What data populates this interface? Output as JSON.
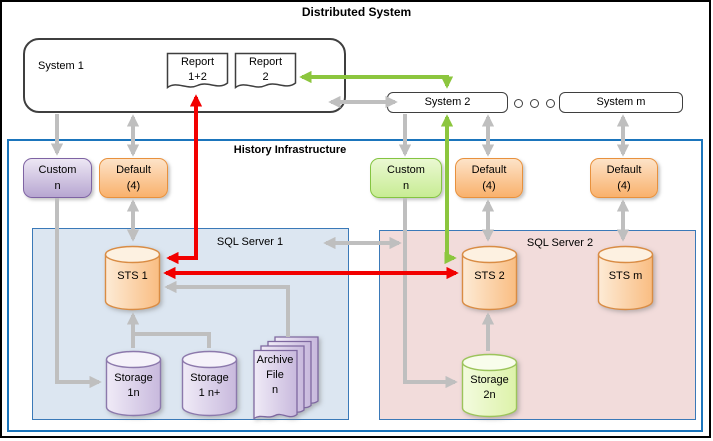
{
  "title": "Distributed System",
  "history_label": "History Infrastructure",
  "distributed_system": {
    "system1": {
      "label": "System 1",
      "reports": [
        {
          "line1": "Report",
          "line2": "1+2"
        },
        {
          "line1": "Report",
          "line2": "2"
        }
      ]
    },
    "system2": {
      "label": "System 2"
    },
    "system_m": {
      "label": "System m"
    },
    "ellipsis_circle_count": 3
  },
  "adapters": [
    {
      "line1": "Custom",
      "line2": "n",
      "style": "purple"
    },
    {
      "line1": "Default",
      "line2": "(4)",
      "style": "orange"
    },
    {
      "line1": "Custom",
      "line2": "n",
      "style": "green"
    },
    {
      "line1": "Default",
      "line2": "(4)",
      "style": "orange"
    },
    {
      "line1": "Default",
      "line2": "(4)",
      "style": "orange"
    }
  ],
  "sql_server_1": {
    "label": "SQL Server 1",
    "sts": {
      "label": "STS 1"
    },
    "storages": [
      {
        "line1": "Storage",
        "line2": "1n"
      },
      {
        "line1": "Storage",
        "line2": "1 n+"
      }
    ],
    "archive": {
      "line1": "Archive",
      "line2": "File",
      "line3": "n"
    }
  },
  "sql_server_2": {
    "label": "SQL Server 2",
    "sts": {
      "label": "STS 2"
    },
    "sts_m": {
      "label": "STS m"
    },
    "storage": {
      "line1": "Storage",
      "line2": "2n"
    }
  },
  "colors": {
    "arrow_gray": "#BFBFBF",
    "arrow_red": "#F20000",
    "arrow_green": "#8CC63E",
    "history_border": "#1B75BC",
    "sql_border": "#3A79B8",
    "sql1_fill": "#DCE6F1",
    "sql2_fill": "#F2DCDB",
    "purple_border": "#7E63A3",
    "orange_border": "#E8913D",
    "green_border": "#84C441"
  }
}
